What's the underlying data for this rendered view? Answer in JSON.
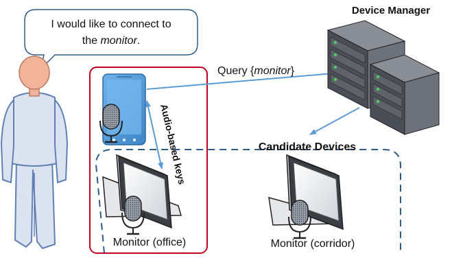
{
  "speech": {
    "line1": "I would like to connect to",
    "line2_prefix": "the ",
    "line2_emphasis": "monitor",
    "line2_suffix": "."
  },
  "server": {
    "label": "Device Manager"
  },
  "query": {
    "prefix": "Query {",
    "emphasis": "monitor",
    "suffix": "}"
  },
  "keys_label": "Audio-based keys",
  "candidates": {
    "label": "Candidate Devices"
  },
  "monitor_office": {
    "label": "Monitor (office)"
  },
  "monitor_corridor": {
    "label": "Monitor (corridor)"
  },
  "colors": {
    "person": "#dbe3f1",
    "person_stroke": "#5f7fb5",
    "head": "#f1b39a",
    "phone": "#5aa0dc",
    "red_box": "#c0001d",
    "dashed": "#2f5b8a",
    "arrow": "#5b9bd5",
    "server_dark": "#3d4149",
    "server_light": "#7b8089",
    "led": "#4fd05a"
  }
}
